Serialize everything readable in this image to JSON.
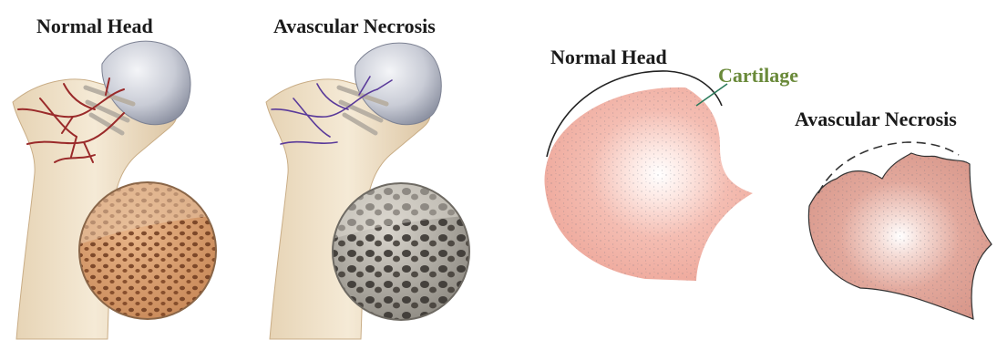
{
  "labels": {
    "normal_head_left": "Normal Head",
    "avascular_left": "Avascular Necrosis",
    "normal_head_right": "Normal Head",
    "cartilage": "Cartilage",
    "avascular_right": "Avascular Necrosis"
  },
  "colors": {
    "label_text": "#1a1a1a",
    "cartilage_text": "#6a8a3a",
    "head_fill": "#f2b2a6",
    "necrotic_fill": "#de9e92",
    "vessel_normal": "#9a2a2a",
    "vessel_necrotic": "#5a3a9a",
    "bone": "#ecdcc2",
    "cartilage_cap": "#c8ccd6"
  }
}
